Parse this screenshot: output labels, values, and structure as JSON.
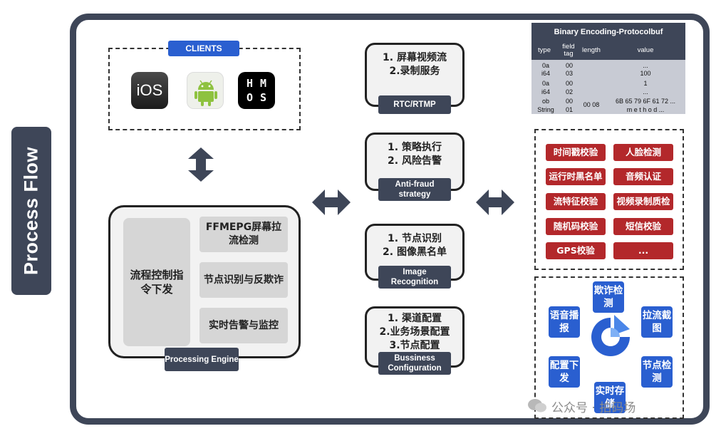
{
  "side_title": "Process Flow",
  "clients": {
    "label": "CLIENTS",
    "icons": [
      {
        "name": "ios-icon",
        "text": "iOS"
      },
      {
        "name": "android-icon"
      },
      {
        "name": "hmos-icon",
        "line1": "HM",
        "line2": "OS"
      }
    ]
  },
  "engine": {
    "main": "流程控制指令下发",
    "items": [
      "FFMEPG屏幕拉流检测",
      "节点识别与反欺诈",
      "实时告警与监控"
    ],
    "label": "Processing Engine"
  },
  "middle": [
    {
      "lines": [
        "1. 屏幕视频流",
        "2.录制服务"
      ],
      "label": "RTC/RTMP"
    },
    {
      "lines": [
        "1. 策略执行",
        "2. 风险告警"
      ],
      "label": "Anti-fraud strategy"
    },
    {
      "lines": [
        "1. 节点识别",
        "2. 图像黑名单"
      ],
      "label": "Image Recognition"
    },
    {
      "lines": [
        "1. 渠道配置",
        "2.业务场景配置",
        "3.节点配置"
      ],
      "label": "Bussiness Configuration"
    }
  ],
  "protocol": {
    "title": "Binary Encoding-Protocolbuf",
    "headers": [
      "type",
      "field tag",
      "length",
      "value"
    ],
    "rows": [
      [
        "0a",
        "00",
        "",
        "..."
      ],
      [
        "i64",
        "03",
        "",
        "100"
      ],
      [
        "0a",
        "00",
        "",
        "1"
      ],
      [
        "i64",
        "02",
        "",
        "..."
      ],
      [
        "ob",
        "00",
        "",
        "6B 65 79 6F 61 72 ..."
      ],
      [
        "String",
        "01",
        "00 08",
        "m e t h o d ..."
      ]
    ]
  },
  "checks": [
    "时间戳校验",
    "人脸检测",
    "运行时黑名单",
    "音频认证",
    "流特征校验",
    "视频录制质检",
    "随机码校验",
    "短信校验",
    "GPS校验",
    "..."
  ],
  "capabilities": {
    "top": "欺诈检测",
    "left_top": "语音播报",
    "right_top": "拉流截图",
    "left_bottom": "配置下发",
    "right_bottom": "节点检测",
    "bottom": "实时存储"
  },
  "watermark": "公众号 · 拍码场",
  "colors": {
    "dark": "#3e4658",
    "blue": "#2a5fd0",
    "red": "#b3282b",
    "panel": "#d6d6d6"
  }
}
